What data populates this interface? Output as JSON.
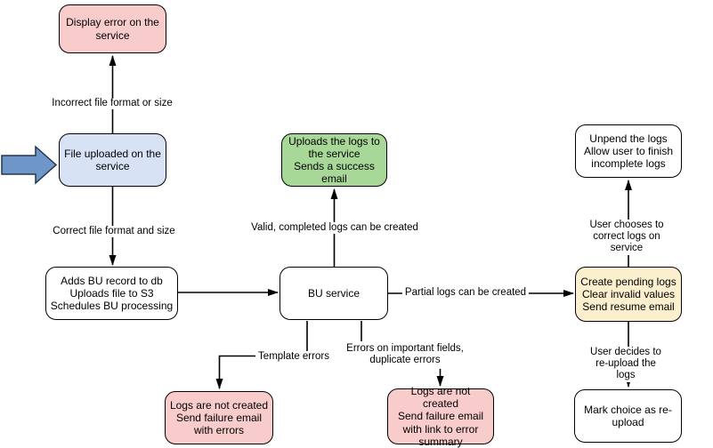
{
  "nodes": {
    "display_error": "Display error on the\nservice",
    "file_uploaded": "File uploaded on the\nservice",
    "adds_bu_record": "Adds BU record to db\nUploads file to S3\nSchedules BU processing",
    "bu_service": "BU service",
    "uploads_logs": "Uploads the logs to\nthe service\nSends a success\nemail",
    "unpend_logs": "Unpend the logs\nAllow user to finish\nincomplete logs",
    "create_pending": "Create pending logs\nClear invalid values\nSend resume email",
    "mark_choice": "Mark choice as re-\nupload",
    "logs_not_created_errors": "Logs are not created\nSend failure email\nwith errors",
    "logs_not_created_summary": "Logs are not created\nSend failure email\nwith link to error\nsummary"
  },
  "edge_labels": {
    "incorrect_format": "Incorrect file format or size",
    "correct_format": "Correct file format and size",
    "valid_completed": "Valid, completed logs can be created",
    "partial_logs": "Partial logs can be created",
    "user_corrects": "User chooses to correct logs on service",
    "user_reuploads": "User decides to re-upload the logs",
    "template_errors": "Template errors",
    "important_fields": "Errors on important fields,\nduplicate errors"
  },
  "colors": {
    "pink": "#f7cccb",
    "blue": "#d7e3f5",
    "green": "#a8d898",
    "yellow": "#fbefce",
    "white": "#ffffff",
    "edge": "#000000",
    "entry_arrow_fill": "#6e96c8",
    "entry_arrow_stroke": "#24364d"
  }
}
